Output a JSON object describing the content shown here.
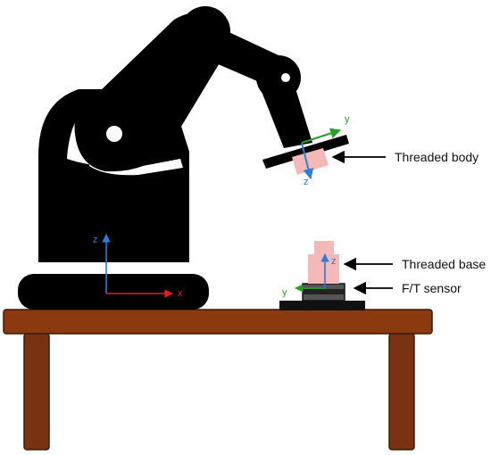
{
  "labels": {
    "threaded_body": "Threaded body",
    "threaded_base": "Threaded base",
    "ft_sensor": "F/T sensor"
  },
  "axes": {
    "world": {
      "z": "z",
      "x": "x"
    },
    "tool": {
      "y": "y",
      "z": "z"
    },
    "sensor": {
      "z": "z",
      "y": "y"
    }
  },
  "colors": {
    "robot": "#000000",
    "table_top": "#8b3a10",
    "table_leg": "#7a3310",
    "table_outline": "#3b1a08",
    "part_pink": "#f4b8b8",
    "sensor_grey": "#666666",
    "sensor_dark": "#222222",
    "axis_x": "#e02020",
    "axis_y": "#2aa02a",
    "axis_z": "#2a7fd4",
    "arrow": "#000000"
  }
}
